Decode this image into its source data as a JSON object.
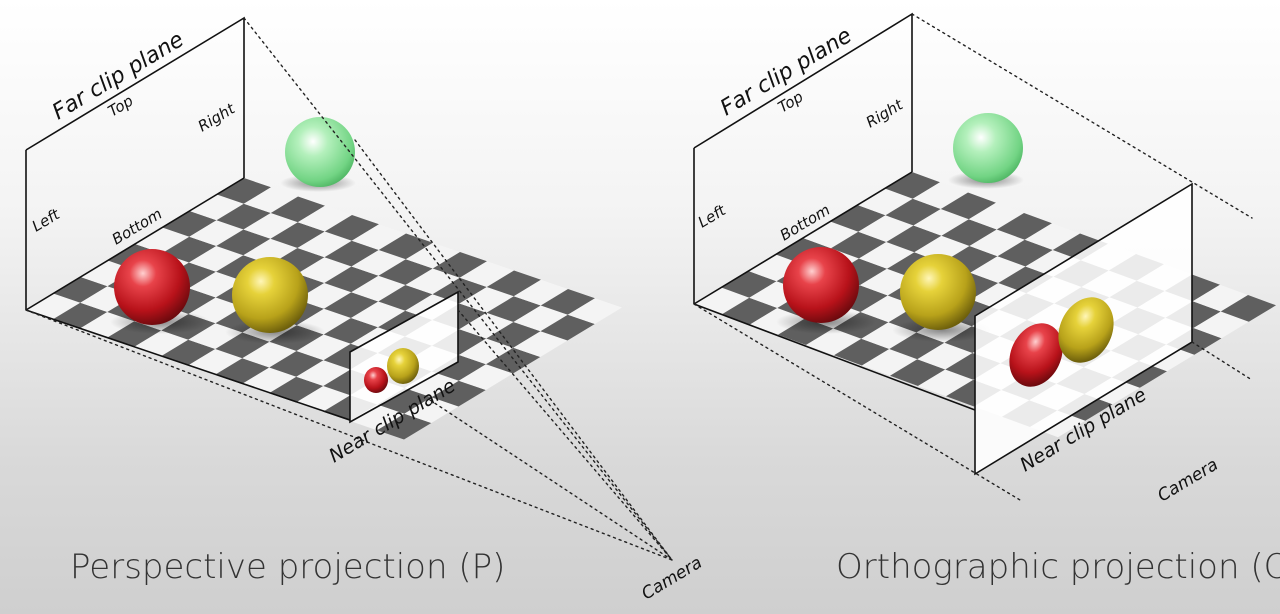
{
  "perspective": {
    "far_clip_label": "Far clip plane",
    "top_label": "Top",
    "right_label": "Right",
    "left_label": "Left",
    "bottom_label": "Bottom",
    "near_clip_label": "Near clip plane",
    "camera_label": "Camera",
    "caption": "Perspective projection (P)"
  },
  "orthographic": {
    "far_clip_label": "Far clip plane",
    "top_label": "Top",
    "right_label": "Right",
    "left_label": "Left",
    "bottom_label": "Bottom",
    "near_clip_label": "Near clip plane",
    "camera_label": "Camera",
    "caption": "Orthographic projection (O)"
  },
  "colors": {
    "red_sphere": "#c0141c",
    "yellow_sphere": "#cdb824",
    "green_sphere": "#88df96",
    "checker_dark": "#5f5f5f",
    "checker_light": "#f4f4f4"
  }
}
